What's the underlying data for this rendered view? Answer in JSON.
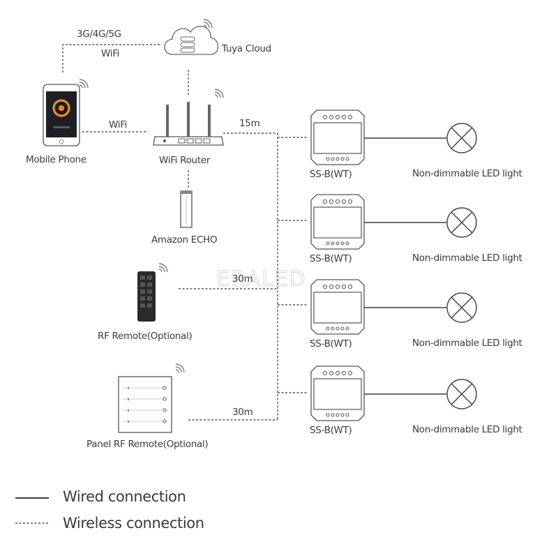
{
  "labels": {
    "network": "3G/4G/5G",
    "wifi_top": "WiFi",
    "cloud": "Tuya Cloud",
    "wifi_mid": "WiFi",
    "phone": "Mobile Phone",
    "router": "WiFi Router",
    "echo": "Amazon ECHO",
    "rf_remote": "RF Remote(Optional)",
    "panel_remote": "Panel RF Remote(Optional)",
    "dist_router": "15m",
    "dist_rf": "30m",
    "dist_panel": "30m",
    "watermark": "ERALED"
  },
  "controllers": [
    {
      "model": "SS-B(WT)",
      "load": "Non-dimmable LED light"
    },
    {
      "model": "SS-B(WT)",
      "load": "Non-dimmable LED light"
    },
    {
      "model": "SS-B(WT)",
      "load": "Non-dimmable LED light"
    },
    {
      "model": "SS-B(WT)",
      "load": "Non-dimmable LED light"
    }
  ],
  "legend": {
    "wired": "Wired connection",
    "wireless": "Wireless connection"
  },
  "colors": {
    "line": "#3a3a3a",
    "phone_screen": "#1e1f24",
    "phone_ring": "#f08a2a"
  }
}
